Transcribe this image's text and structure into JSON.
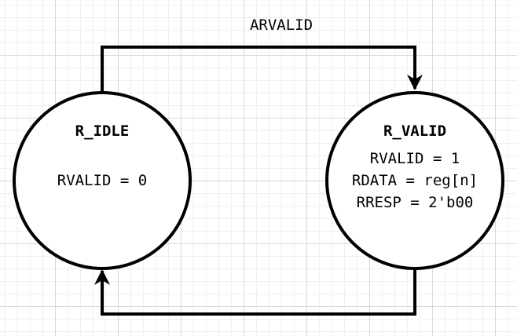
{
  "transition_top": {
    "label": "ARVALID"
  },
  "states": {
    "idle": {
      "name": "R_IDLE",
      "outputs": [
        "RVALID = 0"
      ]
    },
    "valid": {
      "name": "R_VALID",
      "outputs": [
        "RVALID = 1",
        "RDATA = reg[n]",
        "RRESP = 2'b00"
      ]
    }
  },
  "colors": {
    "stroke": "#000000",
    "fill": "#ffffff",
    "text": "#000000"
  }
}
